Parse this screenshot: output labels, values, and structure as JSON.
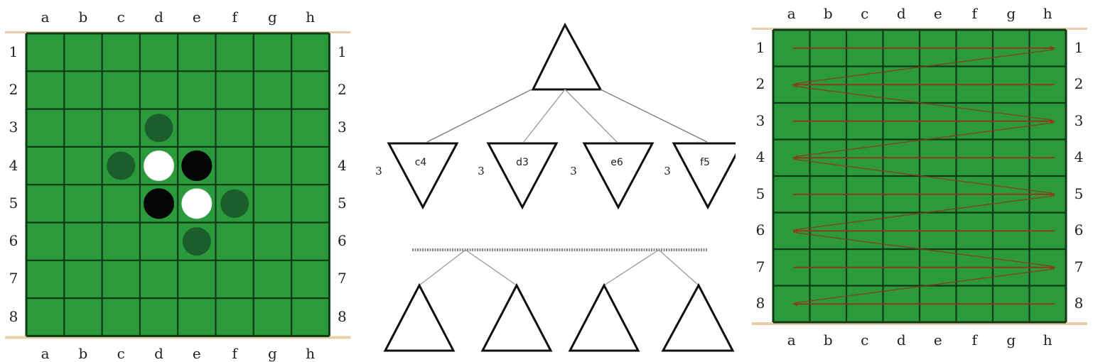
{
  "left_board": {
    "columns": [
      "a",
      "b",
      "c",
      "d",
      "e",
      "f",
      "g",
      "h"
    ],
    "rows": [
      "1",
      "2",
      "3",
      "4",
      "5",
      "6",
      "7",
      "8"
    ],
    "pieces": [
      {
        "cell": "d4",
        "color": "white"
      },
      {
        "cell": "e5",
        "color": "white"
      },
      {
        "cell": "e4",
        "color": "black"
      },
      {
        "cell": "d5",
        "color": "black"
      }
    ],
    "legal_moves": [
      "d3",
      "c4",
      "f5",
      "e6"
    ],
    "colors": {
      "board": "#2a9a3c",
      "grid": "#0e3a16",
      "legal_move": "#1b5e2b",
      "border": "#e8cfa8"
    }
  },
  "tree": {
    "children": [
      {
        "move": "c4",
        "score": "3"
      },
      {
        "move": "d3",
        "score": "3"
      },
      {
        "move": "e6",
        "score": "3"
      },
      {
        "move": "f5",
        "score": "3"
      }
    ]
  },
  "right_board": {
    "columns": [
      "a",
      "b",
      "c",
      "d",
      "e",
      "f",
      "g",
      "h"
    ],
    "rows": [
      "1",
      "2",
      "3",
      "4",
      "5",
      "6",
      "7",
      "8"
    ],
    "scan_order": "row-major zigzag",
    "colors": {
      "board": "#2a9a3c",
      "grid": "#0e3a16",
      "arrow": "#8b3a1e",
      "border": "#e8cfa8"
    }
  }
}
